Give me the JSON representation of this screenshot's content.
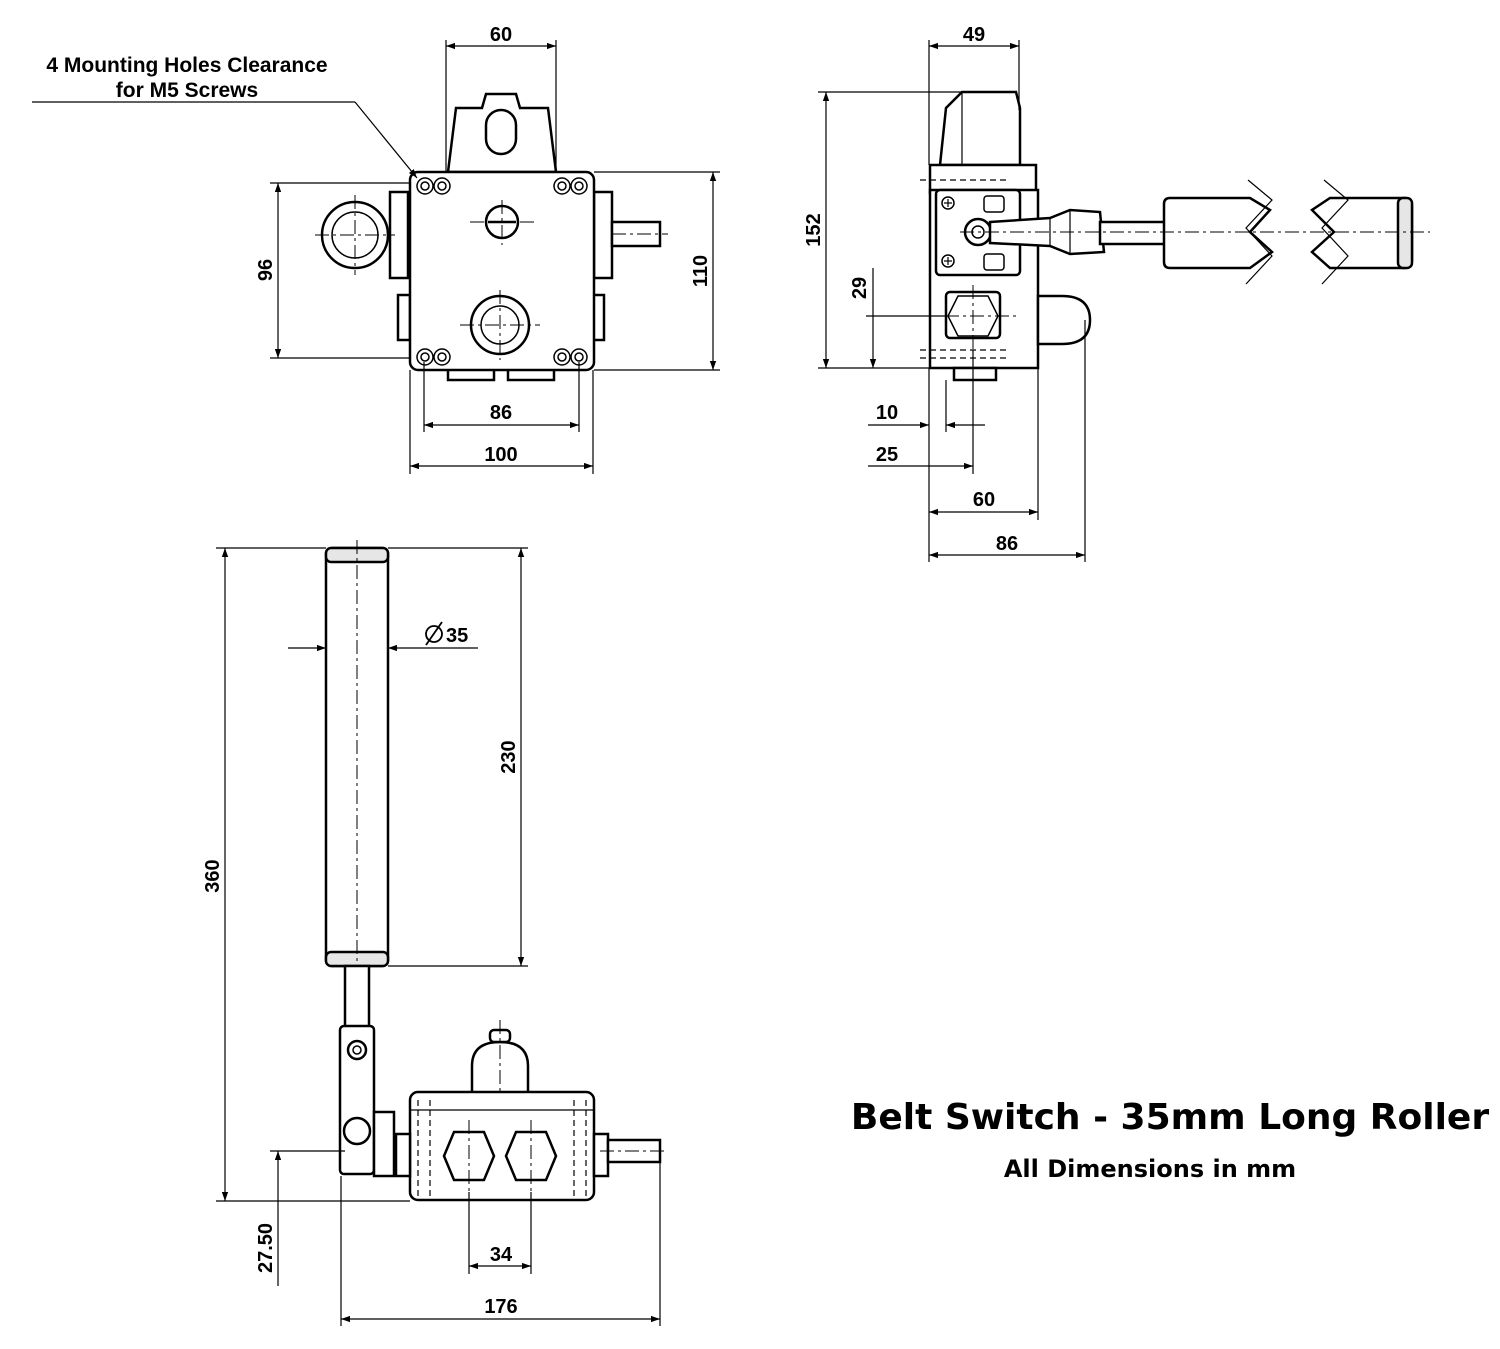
{
  "title": "Belt Switch - 35mm Long Roller",
  "subtitle": "All Dimensions in mm",
  "note": {
    "line1": "4 Mounting Holes Clearance",
    "line2": "for M5 Screws"
  },
  "front_view": {
    "dim_top_width": "60",
    "dim_height_left": "96",
    "dim_height_right": "110",
    "dim_hole_spacing": "86",
    "dim_overall_width": "100"
  },
  "side_view": {
    "dim_top_width": "49",
    "dim_height": "152",
    "dim_shaft_height": "29",
    "dim_10": "10",
    "dim_25": "25",
    "dim_60": "60",
    "dim_86": "86"
  },
  "bottom_view": {
    "dim_overall_height": "360",
    "dim_roller_diameter": "35",
    "dim_roller_length": "230",
    "dim_offset": "27.50",
    "dim_port_spacing": "34",
    "dim_overall_width": "176"
  }
}
